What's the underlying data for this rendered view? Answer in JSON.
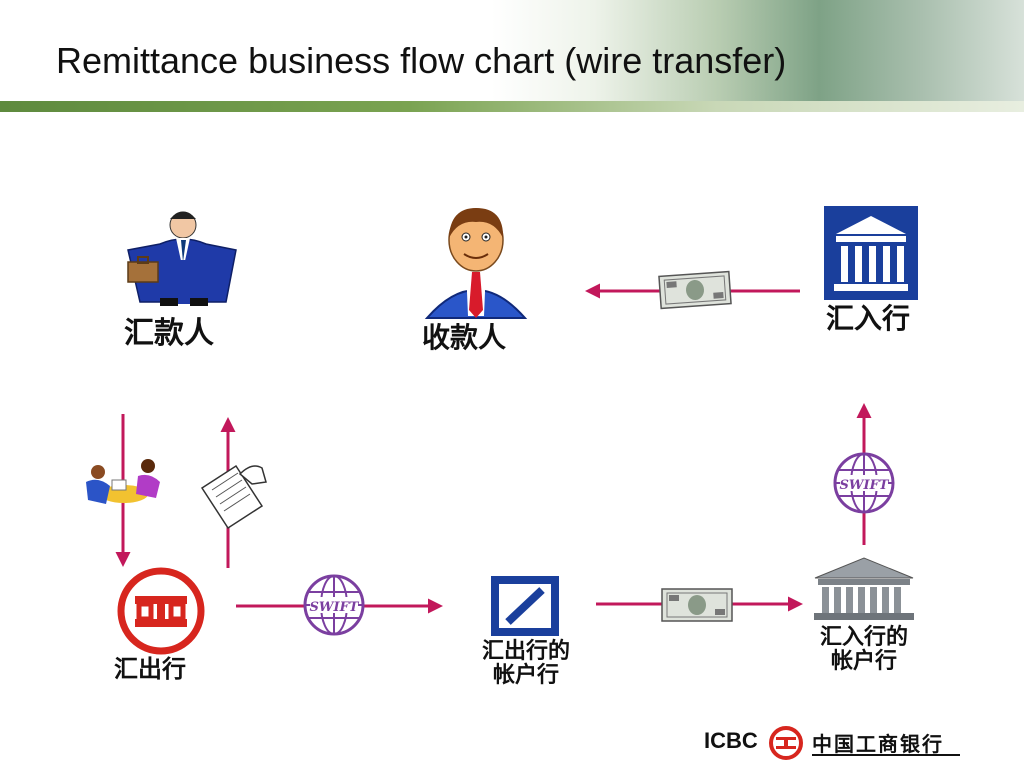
{
  "slide": {
    "title": "Remittance business flow chart (wire transfer)"
  },
  "nodes": {
    "remitter": "汇款人",
    "payee": "收款人",
    "receiving_bank": "汇入行",
    "remitting_bank": "汇出行",
    "remitting_bank_account_bank_line1": "汇出行的",
    "remitting_bank_account_bank_line2": "帐户行",
    "receiving_bank_account_bank_line1": "汇入行的",
    "receiving_bank_account_bank_line2": "帐户行"
  },
  "icons": {
    "swift_text": "SWIFT"
  },
  "footer": {
    "brand": "ICBC",
    "bank_name": "中国工商银行"
  },
  "colors": {
    "arrow": "#c2185b",
    "swift_globe": "#7b3fa0",
    "bank_blue": "#1a3f9c",
    "icbc_red": "#d7261e",
    "header_green": "#6b9a45"
  }
}
